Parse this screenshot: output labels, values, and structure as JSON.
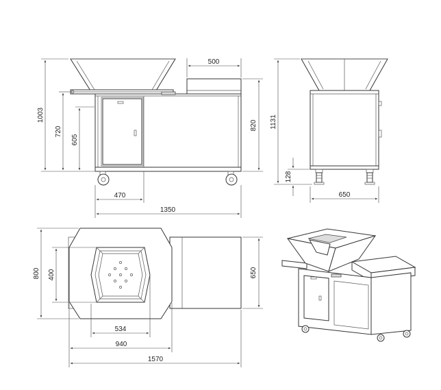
{
  "front_view": {
    "dims": {
      "overall_height": "1003",
      "table_height": "720",
      "cabinet_height": "605",
      "side_table_height": "820",
      "side_table_width": "500",
      "cabinet_width": "470",
      "overall_width": "1350"
    }
  },
  "side_view": {
    "dims": {
      "overall_height": "1131",
      "wheel_height": "128",
      "depth": "650"
    }
  },
  "top_view": {
    "dims": {
      "outer_depth": "800",
      "grate_depth": "400",
      "cart_depth": "650",
      "grate_width": "534",
      "bowl_width": "940",
      "overall_width": "1570"
    }
  }
}
